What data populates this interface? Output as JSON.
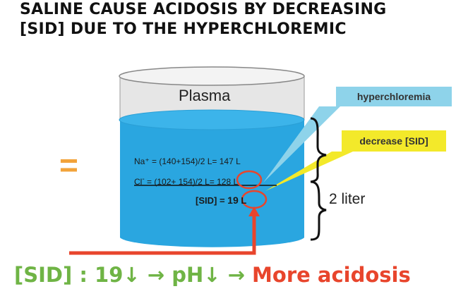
{
  "title": {
    "line1": "SALINE CAUSE ACIDOSIS BY DECREASING",
    "line2": "[SID] DUE TO THE HYPERCHLOREMIC"
  },
  "equals_symbol": "=",
  "container": {
    "label": "Plasma",
    "na_line": "Na⁺ = (140+154)/2 L= 147 L",
    "cl_prefix": "Cl",
    "cl_sup": "-",
    "cl_rest": " = (102+ 154)/2 L= ",
    "cl_value": "128",
    "cl_unit": " L",
    "sid_prefix": "[SID] = ",
    "sid_value": "19",
    "sid_unit": " L",
    "volume_label": "2 liter"
  },
  "callouts": {
    "hyperchloremia": "hyperchloremia",
    "decrease_sid": "decrease [SID]"
  },
  "bottom": {
    "sid_part": "[SID] : 19↓",
    "arrow1": " → ",
    "ph_part": "pH↓",
    "arrow2": " → ",
    "result": "More acidosis"
  },
  "colors": {
    "liquid": "#2aa6e0",
    "liquid_top": "#3cb4ea",
    "cylinder_empty": "#e6e6e6",
    "hyper_callout": "#8ed3ea",
    "sid_callout": "#f3e92a",
    "highlight_red": "#e8452c",
    "equals_orange": "#f2a33a",
    "green": "#6fb445"
  },
  "icons": {
    "red_pointer": "arrow-up-icon"
  }
}
